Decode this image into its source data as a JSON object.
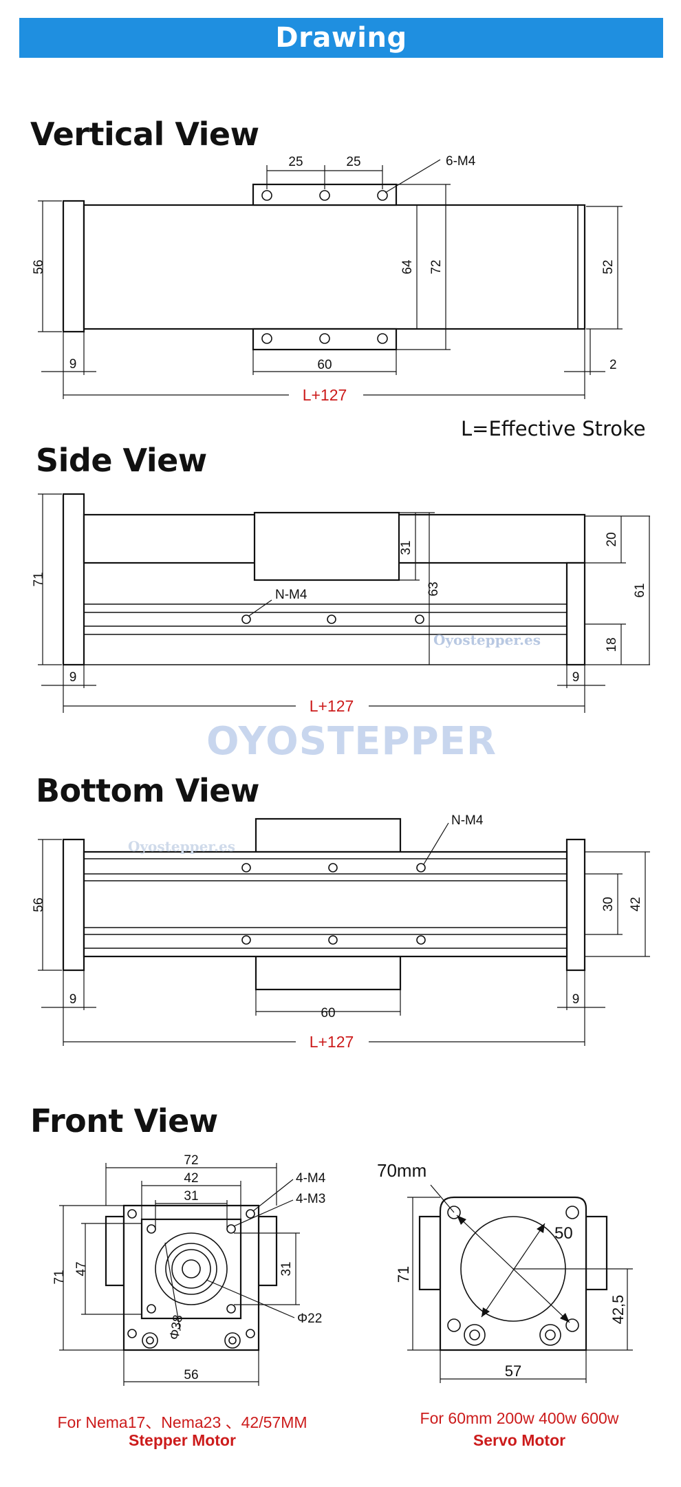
{
  "banner": {
    "title": "Drawing"
  },
  "vertical_view": {
    "title": "Vertical View",
    "dims": {
      "d25a": "25",
      "d25b": "25",
      "holes": "6-M4",
      "h56": "56",
      "h64": "64",
      "h72": "72",
      "h52": "52",
      "w9": "9",
      "w60": "60",
      "w2": "2",
      "length": "L+127"
    },
    "note": "L=Effective Stroke"
  },
  "side_view": {
    "title": "Side View",
    "dims": {
      "h71": "71",
      "h31": "31",
      "h63": "63",
      "h20": "20",
      "h61": "61",
      "h18": "18",
      "nm4": "N-M4",
      "w9a": "9",
      "w9b": "9",
      "length": "L+127"
    }
  },
  "watermarks": {
    "brand": "OYOSTEPPER",
    "site": "Oyostepper.es"
  },
  "bottom_view": {
    "title": "Bottom View",
    "dims": {
      "nm4": "N-M4",
      "h56": "56",
      "h30": "30",
      "h42": "42",
      "w9a": "9",
      "w9b": "9",
      "w60": "60",
      "length": "L+127"
    }
  },
  "front_view": {
    "title": "Front View",
    "stepper": {
      "dims": {
        "w72": "72",
        "w42": "42",
        "w31": "31",
        "m4": "4-M4",
        "m3": "4-M3",
        "h71": "71",
        "h47": "47",
        "h31": "31",
        "phi22": "Φ22",
        "phi38": "Φ38",
        "w56": "56"
      },
      "caption_line1": "For Nema17、Nema23 、42/57MM",
      "caption_line2": "Stepper Motor"
    },
    "servo": {
      "dims": {
        "d70": "70mm",
        "d50": "50",
        "h71": "71",
        "h425": "42,5",
        "w57": "57"
      },
      "caption_line1": "For 60mm 200w 400w 600w",
      "caption_line2": "Servo Motor"
    }
  }
}
